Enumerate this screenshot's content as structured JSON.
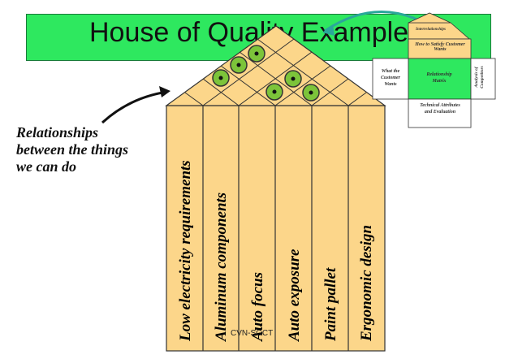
{
  "title": "House of Quality Example",
  "side_note": [
    "Relationships",
    "between the things",
    "we can do"
  ],
  "columns": [
    "Low electricity requirements",
    "Aluminum components",
    "Auto focus",
    "Auto exposure",
    "Paint pallet",
    "Ergonomic design"
  ],
  "footer": "CVN-SGCT",
  "mini_house": {
    "roof": "Interrelationships",
    "top": "How to Satisfy Customer Wants",
    "left": "What the Customer Wants",
    "center": "Relationship Matrix",
    "right": "Analysis of Competitors",
    "bottom": "Technical Attributes and Evaluation"
  },
  "colors": {
    "house_fill": "#fcd68a",
    "title_band": "#2ee85f",
    "mini_green": "#2ee85f",
    "arrow_teal": "#2aa79b",
    "marker_green": "#7cc43a"
  }
}
